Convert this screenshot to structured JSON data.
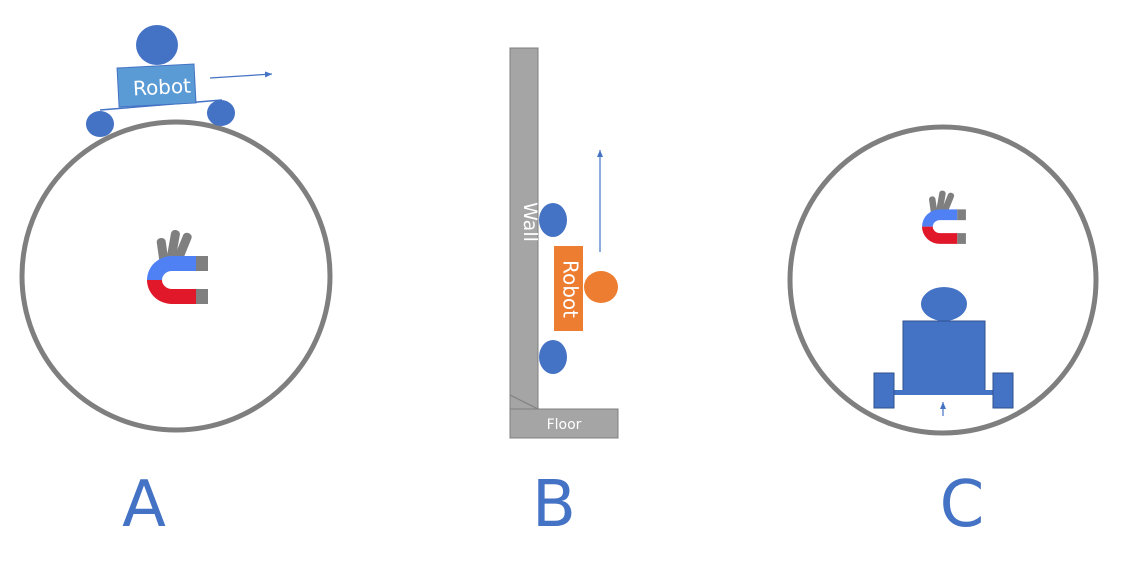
{
  "panels": [
    {
      "label": "A",
      "robot_label": "Robot"
    },
    {
      "label": "B",
      "robot_label": "Robot",
      "wall_label": "Wall",
      "floor_label": "Floor"
    },
    {
      "label": "C"
    }
  ],
  "icons": [
    "magnet-hand-icon",
    "arrow-right-icon",
    "arrow-up-icon"
  ],
  "colors": {
    "robot_blue_body": "#5B9BD5",
    "wheel_blue": "#4472C4",
    "pipe_gray": "#7F7F7F",
    "wall_gray": "#A5A5A5",
    "robot_orange": "#ED7D31",
    "magnet_blue": "#4F81F5",
    "magnet_red": "#E0182A",
    "label_blue": "#4472C4"
  }
}
